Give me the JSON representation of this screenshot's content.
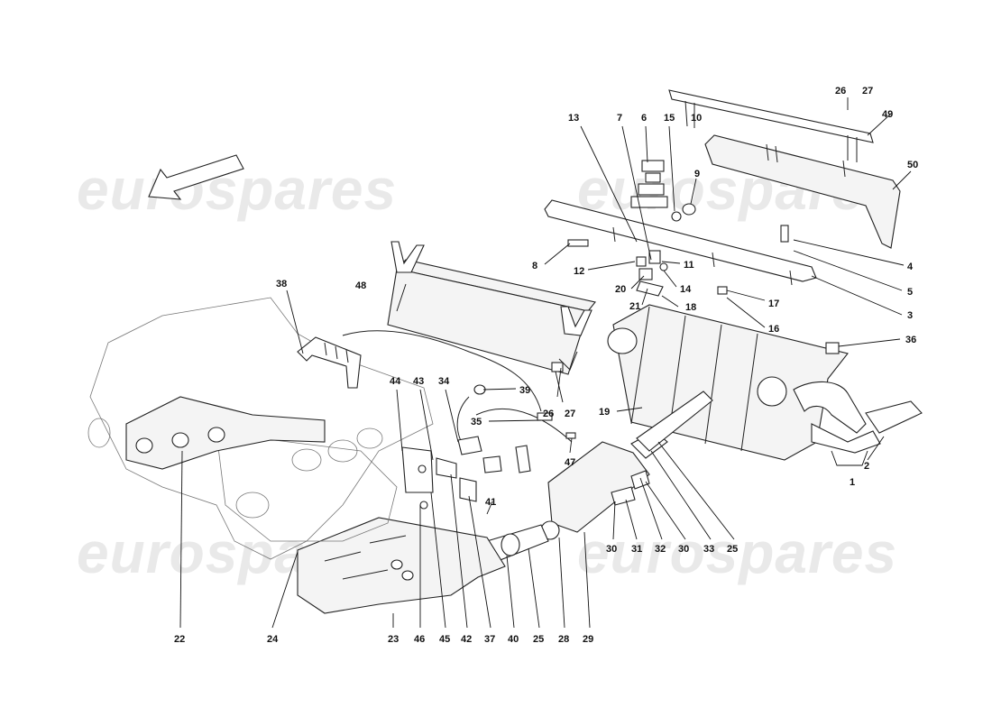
{
  "watermark": {
    "text": "eurospares"
  },
  "diagram": {
    "callouts": [
      {
        "id": "c26a",
        "label": "26"
      },
      {
        "id": "c27a",
        "label": "27"
      },
      {
        "id": "c49",
        "label": "49"
      },
      {
        "id": "c13",
        "label": "13"
      },
      {
        "id": "c7",
        "label": "7"
      },
      {
        "id": "c6",
        "label": "6"
      },
      {
        "id": "c15",
        "label": "15"
      },
      {
        "id": "c10",
        "label": "10"
      },
      {
        "id": "c9",
        "label": "9"
      },
      {
        "id": "c50",
        "label": "50"
      },
      {
        "id": "c8",
        "label": "8"
      },
      {
        "id": "c12",
        "label": "12"
      },
      {
        "id": "c11",
        "label": "11"
      },
      {
        "id": "c4",
        "label": "4"
      },
      {
        "id": "c48",
        "label": "48"
      },
      {
        "id": "c38",
        "label": "38"
      },
      {
        "id": "c20",
        "label": "20"
      },
      {
        "id": "c14",
        "label": "14"
      },
      {
        "id": "c5",
        "label": "5"
      },
      {
        "id": "c21",
        "label": "21"
      },
      {
        "id": "c18",
        "label": "18"
      },
      {
        "id": "c17",
        "label": "17"
      },
      {
        "id": "c3",
        "label": "3"
      },
      {
        "id": "c16",
        "label": "16"
      },
      {
        "id": "c36",
        "label": "36"
      },
      {
        "id": "c39",
        "label": "39"
      },
      {
        "id": "c27b",
        "label": "27"
      },
      {
        "id": "c26b",
        "label": "26"
      },
      {
        "id": "c44",
        "label": "44"
      },
      {
        "id": "c43",
        "label": "43"
      },
      {
        "id": "c34",
        "label": "34"
      },
      {
        "id": "c19",
        "label": "19"
      },
      {
        "id": "c35",
        "label": "35"
      },
      {
        "id": "c47",
        "label": "47"
      },
      {
        "id": "c2",
        "label": "2"
      },
      {
        "id": "c1",
        "label": "1"
      },
      {
        "id": "c41",
        "label": "41"
      },
      {
        "id": "c30a",
        "label": "30"
      },
      {
        "id": "c31",
        "label": "31"
      },
      {
        "id": "c32",
        "label": "32"
      },
      {
        "id": "c30b",
        "label": "30"
      },
      {
        "id": "c33",
        "label": "33"
      },
      {
        "id": "c25a",
        "label": "25"
      },
      {
        "id": "c22",
        "label": "22"
      },
      {
        "id": "c24",
        "label": "24"
      },
      {
        "id": "c23",
        "label": "23"
      },
      {
        "id": "c46",
        "label": "46"
      },
      {
        "id": "c45",
        "label": "45"
      },
      {
        "id": "c42",
        "label": "42"
      },
      {
        "id": "c37",
        "label": "37"
      },
      {
        "id": "c40",
        "label": "40"
      },
      {
        "id": "c25b",
        "label": "25"
      },
      {
        "id": "c28",
        "label": "28"
      },
      {
        "id": "c29",
        "label": "29"
      }
    ]
  }
}
